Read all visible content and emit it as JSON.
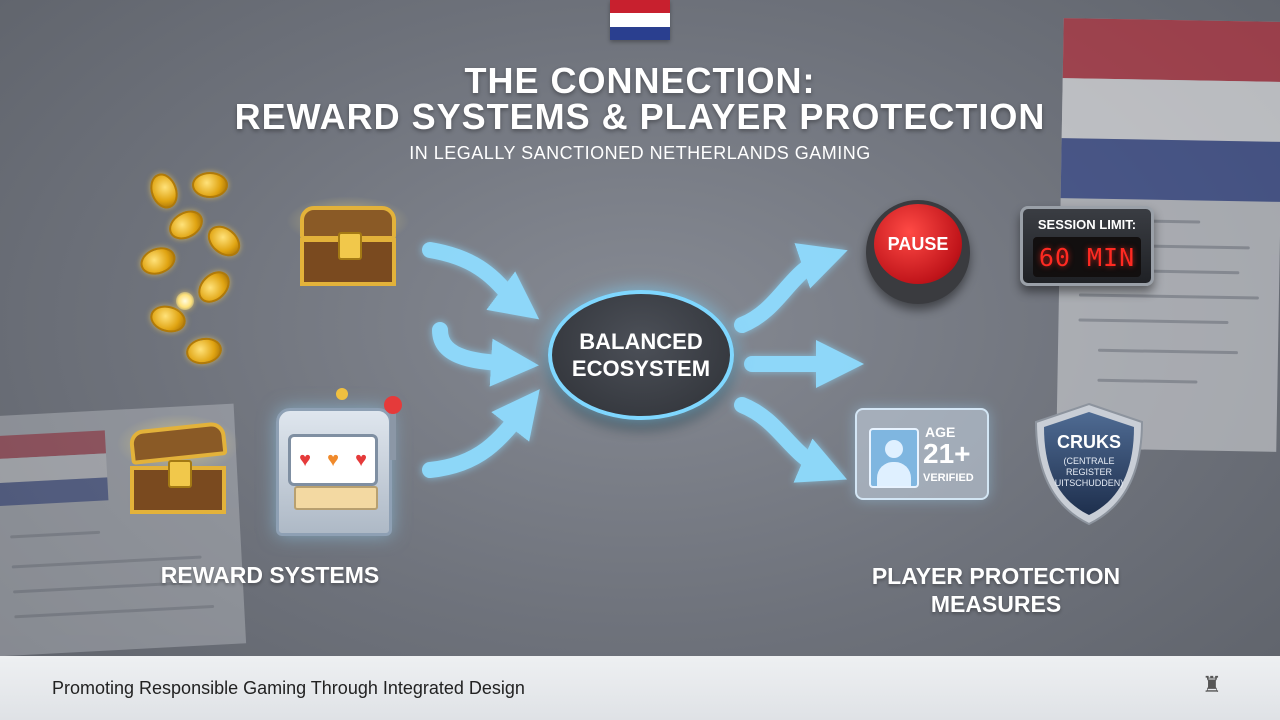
{
  "title": {
    "line1": "THE CONNECTION:",
    "line2": "REWARD SYSTEMS & PLAYER PROTECTION",
    "subtitle": "IN LEGALLY SANCTIONED NETHERLANDS GAMING"
  },
  "center": {
    "label": "BALANCED\nECOSYSTEM"
  },
  "left": {
    "label": "REWARD SYSTEMS",
    "icons": [
      "gold-coins-icon",
      "treasure-chest-icon",
      "open-treasure-chest-icon",
      "slot-machine-icon"
    ]
  },
  "right": {
    "label": "PLAYER PROTECTION\nMEASURES",
    "pause_label": "PAUSE",
    "session_label": "SESSION LIMIT:",
    "session_value": "60 MIN",
    "age_line1": "AGE",
    "age_line2": "21+",
    "age_line3": "VERIFIED",
    "shield_title": "CRUKS",
    "shield_subtitle": "(CENTRALE REGISTER UITSCHUDDEN)"
  },
  "footer": {
    "text": "Promoting Responsible Gaming Through Integrated Design"
  },
  "colors": {
    "accent": "#7fd7ff",
    "flag_red": "#c8202e",
    "flag_white": "#ffffff",
    "flag_blue": "#2a3f8f",
    "pause_red": "#d11a1f",
    "timer_red": "#ff2a22"
  }
}
